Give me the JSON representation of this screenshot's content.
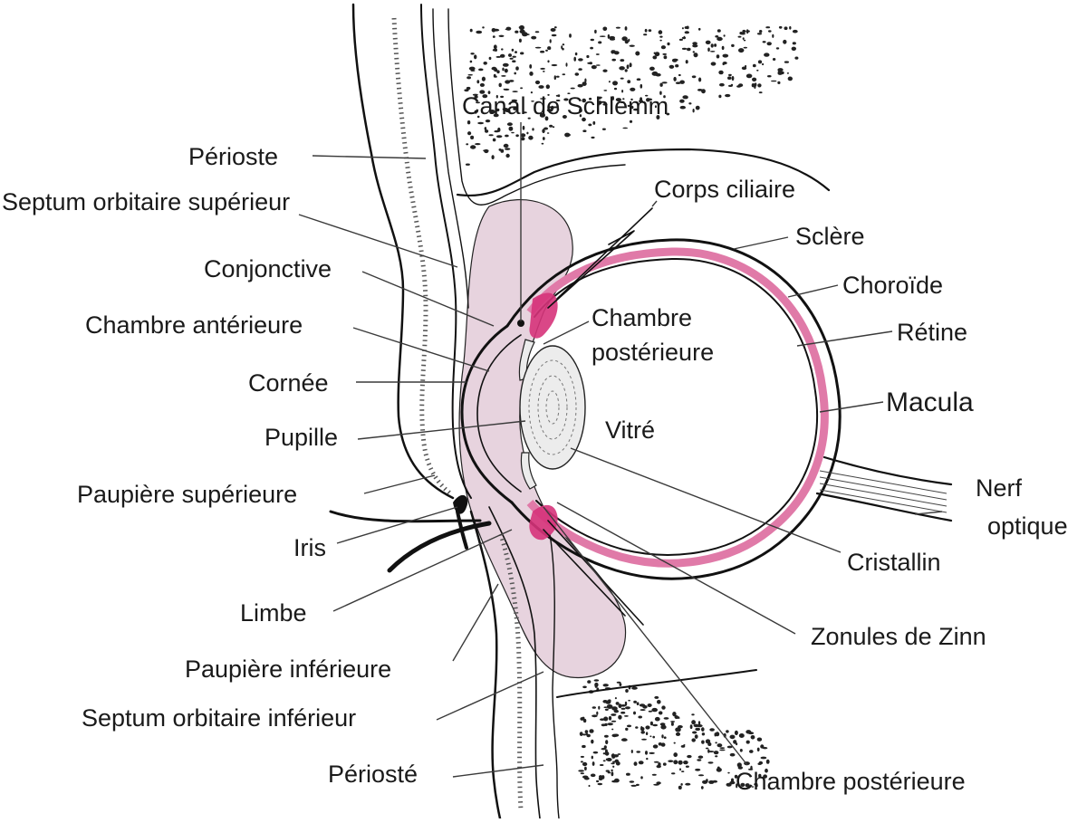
{
  "diagram": {
    "labels": {
      "canal_schlemm": "Canal de Schlemm",
      "perioste_top": "Périoste",
      "septum_superieur": "Septum orbitaire supérieur",
      "conjonctive": "Conjonctive",
      "chambre_anterieure": "Chambre antérieure",
      "cornee": "Cornée",
      "pupille": "Pupille",
      "paupiere_superieure": "Paupière supérieure",
      "iris": "Iris",
      "limbe": "Limbe",
      "paupiere_inferieure": "Paupière inférieure",
      "septum_inferieur": "Septum orbitaire inférieur",
      "perioste_bottom": "Périosté",
      "corps_ciliaire": "Corps ciliaire",
      "sclere": "Sclère",
      "choroide": "Choroïde",
      "retine": "Rétine",
      "chambre_posterieure_top_1": "Chambre",
      "chambre_posterieure_top_2": "postérieure",
      "vitre": "Vitré",
      "macula": "Macula",
      "nerf_1": "Nerf",
      "nerf_2": "optique",
      "cristallin": "Cristallin",
      "zonules": "Zonules de Zinn",
      "chambre_posterieure_bottom": "Chambre postérieure"
    },
    "colors": {
      "line": "#111111",
      "choroid_pink": "#e07aa8",
      "ciliary_magenta": "#d6337a",
      "fat_pad": "#e7d3de",
      "bone_dots": "#222222"
    }
  }
}
